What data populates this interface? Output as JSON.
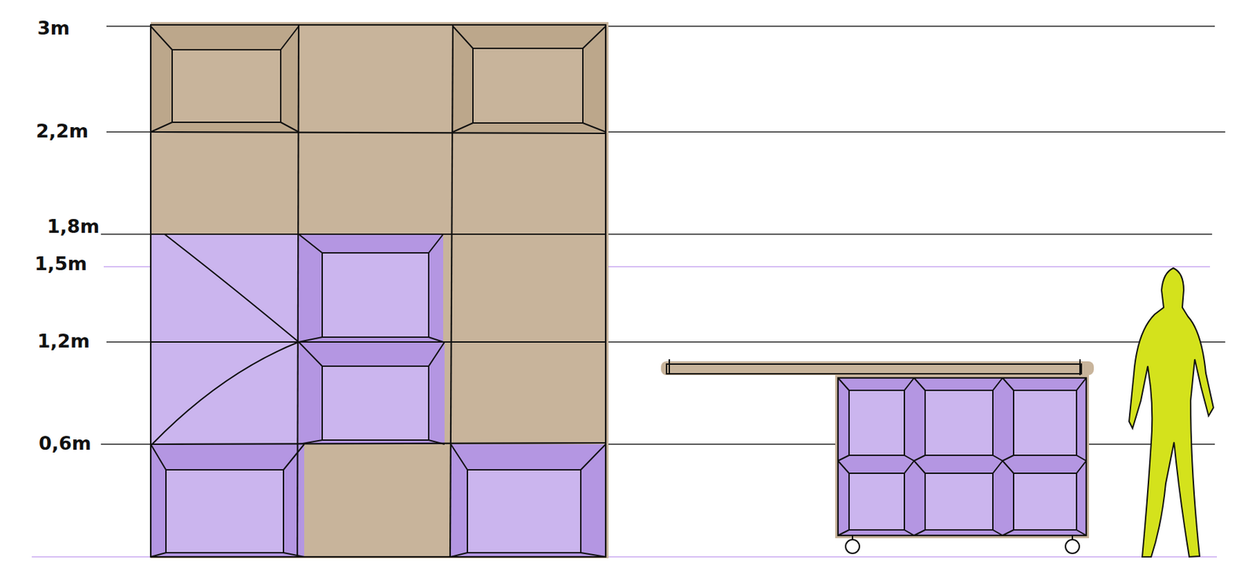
{
  "diagram": {
    "labels": [
      "3m",
      "2,2m",
      "1,8m",
      "1,5m",
      "1,2m",
      "0,6m"
    ]
  }
}
